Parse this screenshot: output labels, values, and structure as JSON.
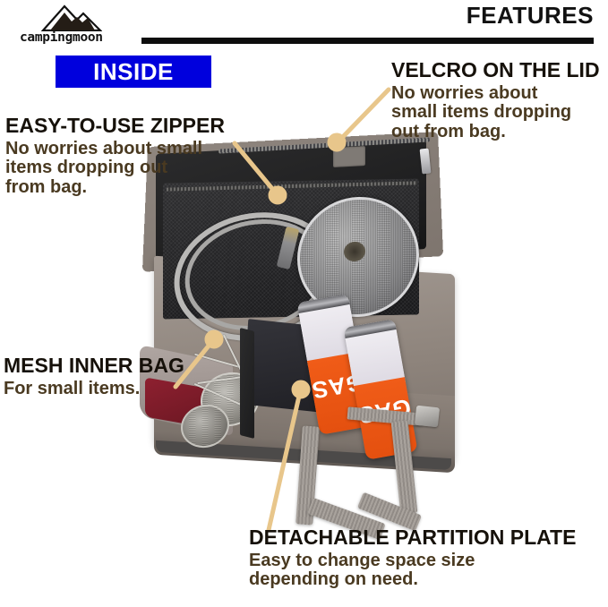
{
  "brand": {
    "wordmark": "campingmoon",
    "logo_icon": "mountain-icon"
  },
  "header": {
    "title": "FEATURES"
  },
  "badge": {
    "label": "INSIDE",
    "background_color": "#0000dd",
    "text_color": "#ffffff"
  },
  "theme": {
    "heading_color": "#16110a",
    "body_color": "#4a3a21",
    "underline_color": "#f2d5a4",
    "pointer_color": "#e8c68b",
    "rule_color": "#0d0d0d"
  },
  "callouts": [
    {
      "id": "easy-to-use-zipper",
      "heading": "EASY-TO-USE ZIPPER",
      "body": "No worries about small\nitems dropping out\nfrom bag."
    },
    {
      "id": "velcro-on-the-lid",
      "heading": "VELCRO ON THE LID",
      "body": "No worries about\nsmall items dropping\nout from bag."
    },
    {
      "id": "mesh-inner-bag",
      "heading": "MESH INNER BAG",
      "body": "For small items."
    },
    {
      "id": "detachable-partition-plate",
      "heading": "DETACHABLE PARTITION PLATE",
      "body": "Easy to change space size\ndepending on need."
    }
  ],
  "product": {
    "name": "camping stove carry bag",
    "can_label": "GAS"
  }
}
